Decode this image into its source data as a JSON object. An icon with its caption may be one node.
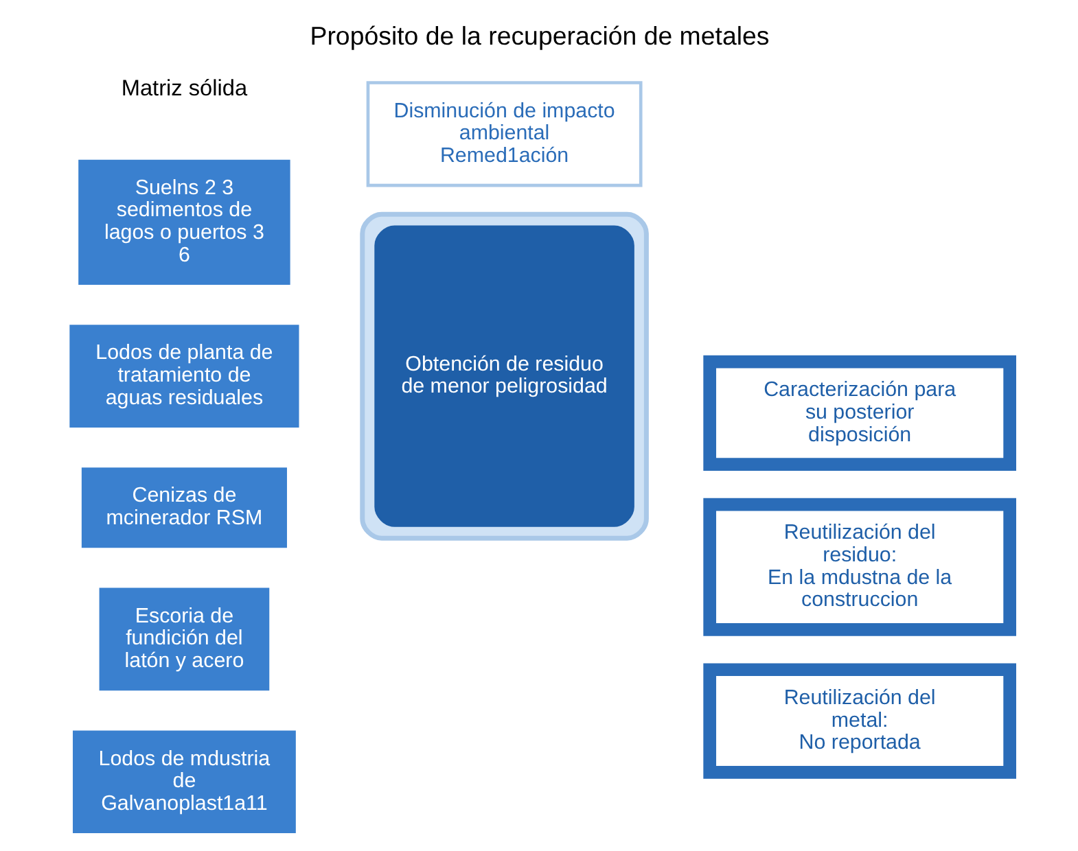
{
  "diagram": {
    "title": "Propósito de la recuperación de metales",
    "nodes": [
      {
        "text": [
          "Disminución de impacto ambiental",
          "Remed1ación"
        ]
      },
      {
        "text": [],
        "shape": "box"
      },
      {
        "text": [
          "Obtención de residuo de menor peligrosidad"
        ],
        "in": 1
      },
      {
        "text": [
          "Caracterización para su posterior disposición"
        ]
      },
      {
        "text": [
          "Reutilización del residuo:",
          "En la mdustna de la construccion"
        ]
      },
      {
        "text": [
          "Reutilización del metal:",
          "No reportada"
        ]
      }
    ],
    "edges": [],
    "labels": [
      "Matriz sólida",
      "Suelns 2 3 sedimentos de lagos o puertos 3 6",
      "Lodos de planta de tratamiento de aguas residuales",
      "Cenizas de mcinerador RSM",
      "Escoria de fundición del latón y acero",
      "Lodos de mdustria de Galvanoplast1a11"
    ]
  }
}
